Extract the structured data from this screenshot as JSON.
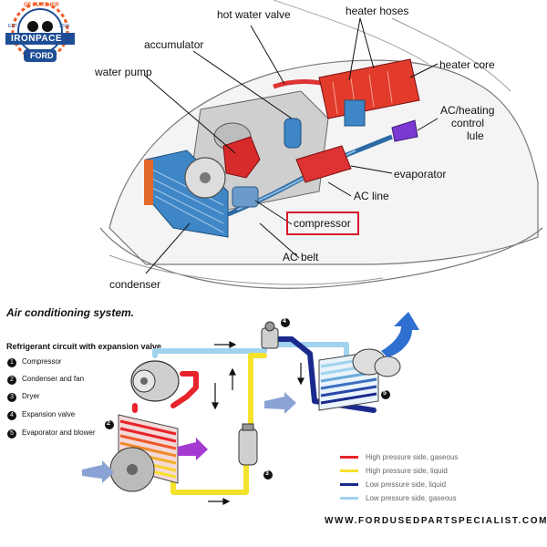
{
  "logo": {
    "arc_text": "OF FURTHER",
    "year_left": "EST",
    "year_right": "2016",
    "brand": "IRONPACE",
    "sub": "FORD"
  },
  "engine_labels": {
    "hot_water_valve": "hot water valve",
    "heater_hoses": "heater hoses",
    "accumulator": "accumulator",
    "heater_core": "heater core",
    "water_pump": "water pump",
    "ac_heating_control_line1": "AC/heating",
    "ac_heating_control_line2": "control",
    "ac_heating_control_line3": "lule",
    "evaporator": "evaporator",
    "ac_line": "AC line",
    "compressor": "compressor",
    "ac_belt": "AC belt",
    "condenser": "condenser"
  },
  "system": {
    "title": "Air conditioning system.",
    "subtitle": "Refrigerant circuit with expansion valve",
    "components": [
      {
        "num": "1",
        "label": "Compressor"
      },
      {
        "num": "2",
        "label": "Condenser and fan"
      },
      {
        "num": "3",
        "label": "Dryer"
      },
      {
        "num": "4",
        "label": "Expansion valve"
      },
      {
        "num": "5",
        "label": "Evaporator and blower"
      }
    ],
    "legend": [
      {
        "label": "High pressure side, gaseous",
        "color": "#e8232a"
      },
      {
        "label": "High pressure side, liquid",
        "color": "#f5e22c"
      },
      {
        "label": "Low pressure side, liquid",
        "color": "#1a2a8c"
      },
      {
        "label": "Low pressure side, gaseous",
        "color": "#9fd3ee"
      }
    ]
  },
  "website": "WWW.FORDUSEDPARTSPECIALIST.COM"
}
